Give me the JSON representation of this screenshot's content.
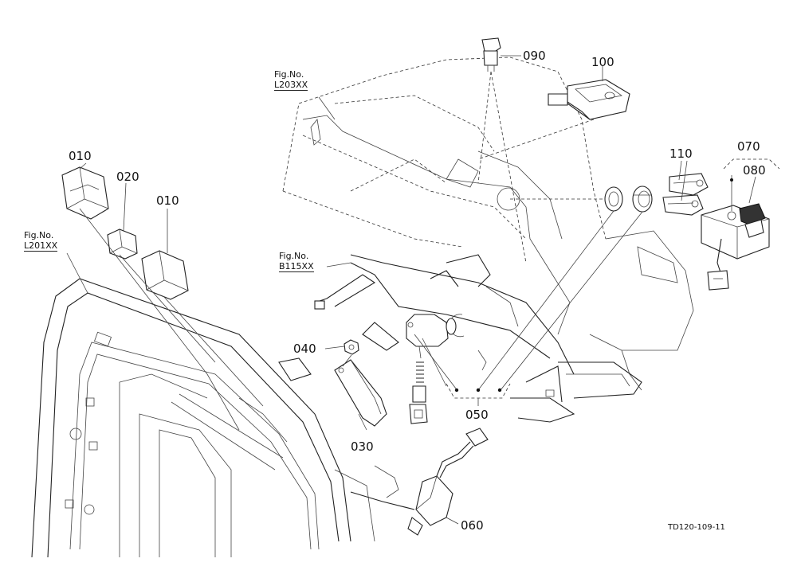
{
  "figure_refs": {
    "l203": {
      "line1": "Fig.No.",
      "line2": "L203XX"
    },
    "l201": {
      "line1": "Fig.No.",
      "line2": "L201XX"
    },
    "b115": {
      "line1": "Fig.No.",
      "line2": "B115XX"
    }
  },
  "part_labels": {
    "p010a": "010",
    "p020": "020",
    "p010b": "010",
    "p030": "030",
    "p040": "040",
    "p050": "050",
    "p060": "060",
    "p070": "070",
    "p080": "080",
    "p090": "090",
    "p100": "100",
    "p110": "110"
  },
  "drawing_code": "TD120-109-11"
}
